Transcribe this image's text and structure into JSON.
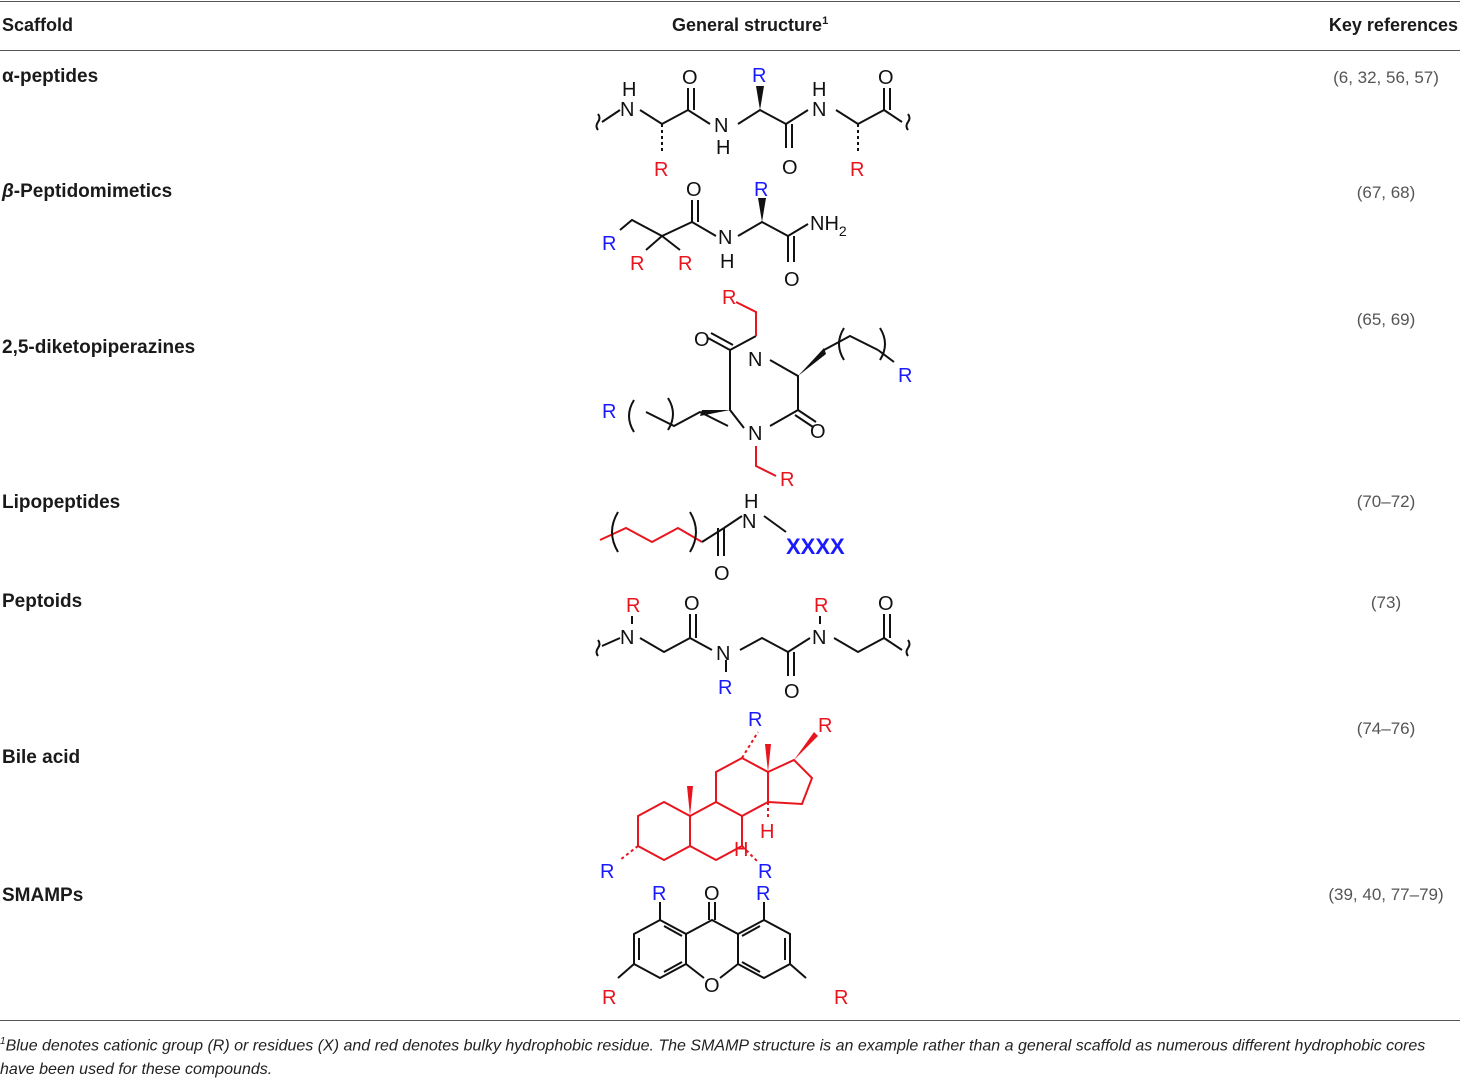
{
  "header": {
    "col_scaffold": "Scaffold",
    "col_structure": "General structure",
    "col_structure_sup": "1",
    "col_refs": "Key references"
  },
  "rows": [
    {
      "name": "α-peptides",
      "refs": "(6, 32, 56, 57)"
    },
    {
      "name": "β-Peptidomimetics",
      "refs": "(67, 68)"
    },
    {
      "name": "2,5-diketopiperazines",
      "refs": "(65, 69)"
    },
    {
      "name": "Lipopeptides",
      "refs": "(70–72)"
    },
    {
      "name": "Peptoids",
      "refs": "(73)"
    },
    {
      "name": "Bile acid",
      "refs": "(74–76)"
    },
    {
      "name": "SMAMPs",
      "refs": "(39, 40, 77–79)"
    }
  ],
  "structure_labels": {
    "R": "R",
    "O": "O",
    "N": "N",
    "H": "H",
    "NH": "NH",
    "NH2_text": "NH",
    "NH2_sub": "2",
    "xxxx": "XXXX"
  },
  "colors": {
    "cationic": "#1a1aff",
    "hydrophobic": "#e8141e",
    "bond": "#111111"
  },
  "footnote": {
    "sup": "1",
    "text": "Blue denotes cationic group (R) or residues (X) and red denotes bulky hydrophobic residue. The SMAMP structure is an example rather than a general scaffold as numerous different hydrophobic cores have been used for these compounds."
  }
}
